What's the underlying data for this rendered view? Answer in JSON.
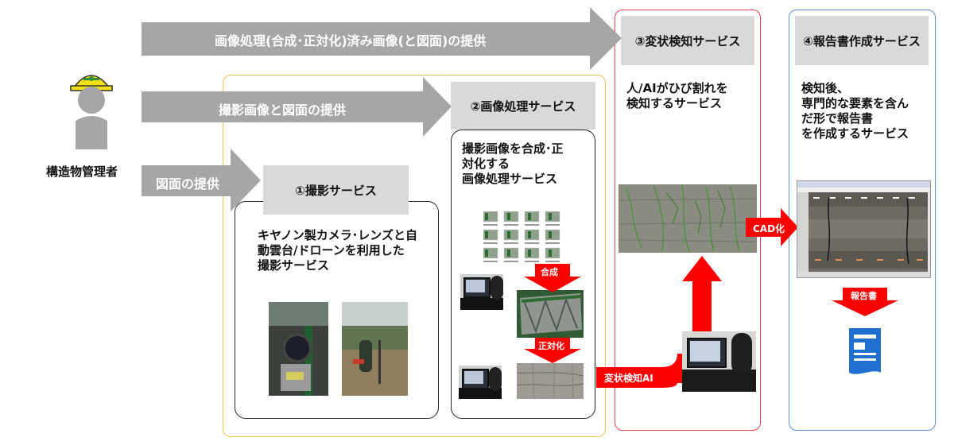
{
  "colors": {
    "arrow_gray": "#a6a6a6",
    "title_gray": "#d9d9d9",
    "accent_red": "#ff0000",
    "frame_yellow": "#f2c14e",
    "frame_red": "#e8404a",
    "frame_blue": "#5b8fd4",
    "doc_blue": "#1f6fd1"
  },
  "actor": {
    "label": "構造物管理者",
    "icon": "worker-helmet-icon"
  },
  "arrows": {
    "top": "画像処理(合成･正対化)済み画像(と図面)の提供",
    "middle": "撮影画像と図面の提供",
    "bottom": "図面の提供"
  },
  "services": {
    "shooting": {
      "title": "①撮影サービス",
      "desc": "キヤノン製カメラ･レンズと自\n動雲台/ドローンを利用した\n撮影サービス"
    },
    "processing": {
      "title": "②画像処理サービス",
      "desc": "撮影画像を合成･正\n対化する\n画像処理サービス"
    },
    "detection": {
      "title": "③変状検知サービス",
      "desc": "人/AIがひび割れを\n検知するサービス"
    },
    "report": {
      "title": "④報告書作成サービス",
      "desc": "検知後、\n専門的な要素を含ん\nだ形で報告書\nを作成するサービス"
    }
  },
  "flow_labels": {
    "composite": "合成",
    "rectify": "正対化",
    "ai_detect": "変状検知AI",
    "cad": "CAD化",
    "report": "報告書"
  },
  "icons": {
    "document": "document-icon",
    "camera_photo": "camera-photo",
    "drone_photo": "drone-photo",
    "laptop_photo": "laptop-user-photo",
    "crack_image": "crack-image",
    "cad_screen": "cad-screen-image",
    "thumbnail_grid": "thumbnail-grid"
  }
}
